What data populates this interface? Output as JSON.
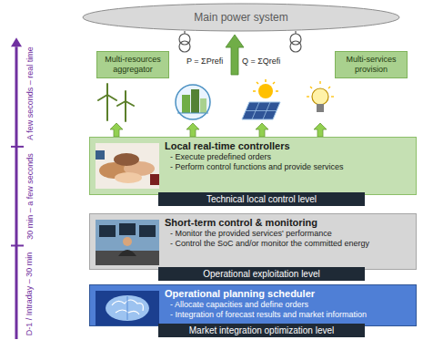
{
  "diagram": {
    "nodes": [
      {
        "text": [
          "Main power system"
        ]
      },
      {
        "text": [
          "Multi-resources aggregator"
        ]
      },
      {
        "text": [
          "Multi-services provision"
        ]
      },
      {
        "text": [
          "Local real-time controllers",
          "- Execute predefined orders",
          "- Perform control functions and provide services"
        ]
      },
      {
        "text": [
          "Technical local control level"
        ]
      },
      {
        "text": [
          "Short-term control & monitoring",
          "- Monitor the provided services' performance",
          "- Control the SoC and/or monitor the committed energy"
        ]
      },
      {
        "text": [
          "Operational exploitation level"
        ]
      },
      {
        "text": [
          "Operational planning scheduler",
          "- Allocate capacities and define orders",
          "- Integration of forecast results and market information"
        ]
      },
      {
        "text": [
          "Market integration optimization level"
        ]
      }
    ],
    "labels": [
      "P = ΣPrefi",
      "Q = ΣQrefi",
      "A few seconds – real time",
      "30 min – a few seconds",
      "D-1 / Intraday – 30 min"
    ]
  }
}
